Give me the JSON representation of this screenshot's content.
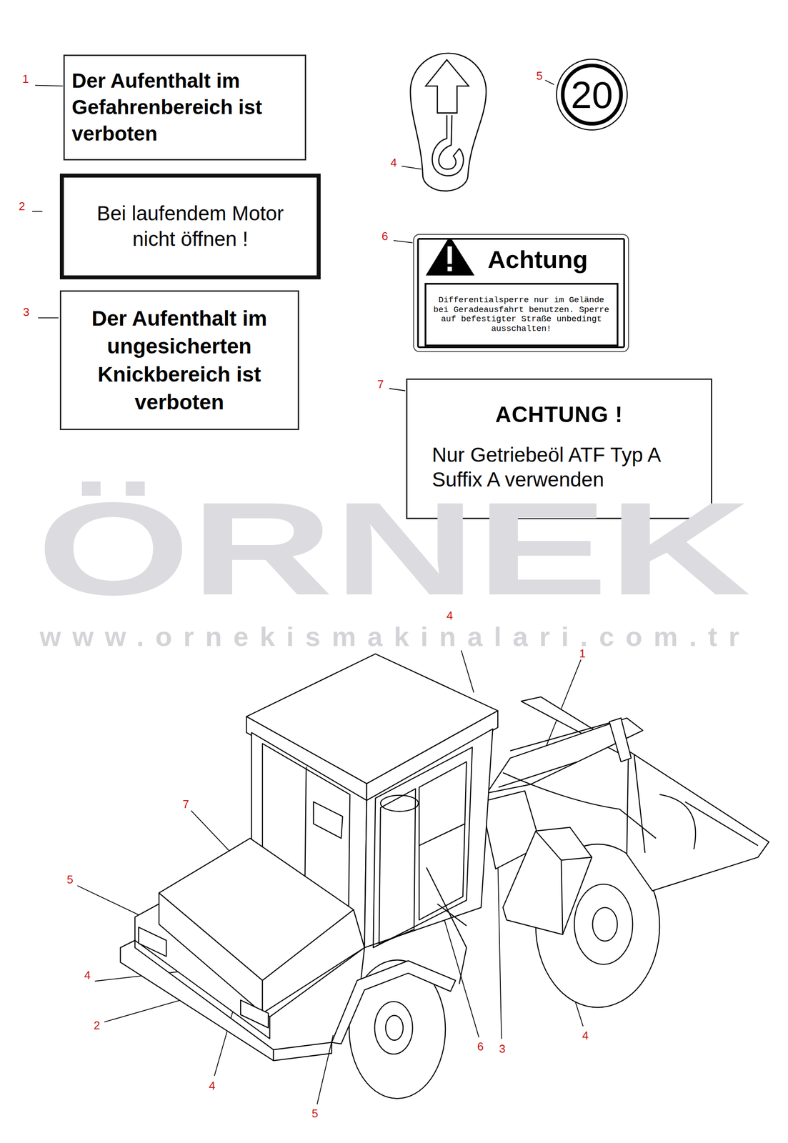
{
  "diagram": {
    "nodes": [
      {
        "text": [
          "Der Aufenthalt im Gefahrenbereich ist verboten"
        ]
      },
      {
        "text": [
          "Bei laufendem Motor nicht öffnen !"
        ]
      },
      {
        "text": [
          "Der Aufenthalt im ungesicherten Knickbereich ist verboten"
        ]
      },
      {
        "text": [
          "20"
        ]
      },
      {
        "text": [
          "Achtung"
        ]
      },
      {
        "text": [
          "Differentialsperre nur im Gelände bei Geradeausfahrt benutzen. Sperre auf befestigter Straße unbedingt ausschalten!"
        ],
        "in": 4
      },
      {
        "text": [
          "ACHTUNG !",
          "Nur Getriebeöl ATF Typ A Suffix A verwenden"
        ]
      }
    ],
    "labels": [
      "1",
      "5",
      "4",
      "2",
      "6",
      "3",
      "7",
      "ÖRNEK",
      "www.ornekismakinalari.com.tr",
      "4",
      "1",
      "7",
      "5",
      "4",
      "2",
      "4",
      "5",
      "6",
      "3",
      "4"
    ]
  }
}
